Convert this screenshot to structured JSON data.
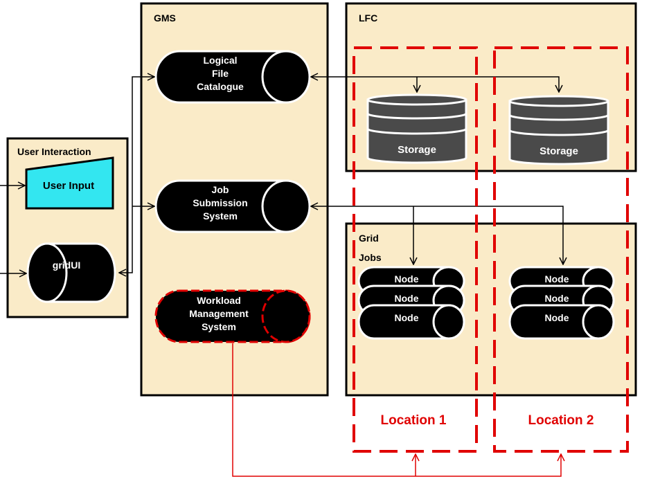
{
  "colors": {
    "panel": "#faebc8",
    "accent_red": "#e00000",
    "input_cyan": "#33e6f0",
    "storage_gray": "#4a4a4a",
    "cylinder_black": "#000000"
  },
  "boxes": {
    "gms": "GMS",
    "lfc": "LFC",
    "user_interaction": "User Interaction",
    "grid": "Grid",
    "jobs": "Jobs"
  },
  "user": {
    "input": "User Input",
    "gridui": "gridUI"
  },
  "gms": {
    "lfc_lines": [
      "Logical",
      "File",
      "Catalogue"
    ],
    "jss_lines": [
      "Job",
      "Submission",
      "System"
    ],
    "wms_lines": [
      "Workload",
      "Management",
      "System"
    ]
  },
  "storage": {
    "left": "Storage",
    "right": "Storage"
  },
  "nodes": {
    "left": [
      "Node",
      "Node",
      "Node"
    ],
    "right": [
      "Node",
      "Node",
      "Node"
    ]
  },
  "locations": {
    "one": "Location 1",
    "two": "Location 2"
  },
  "icons": {
    "cylinder": "cylinder-icon",
    "database": "database-icon"
  }
}
